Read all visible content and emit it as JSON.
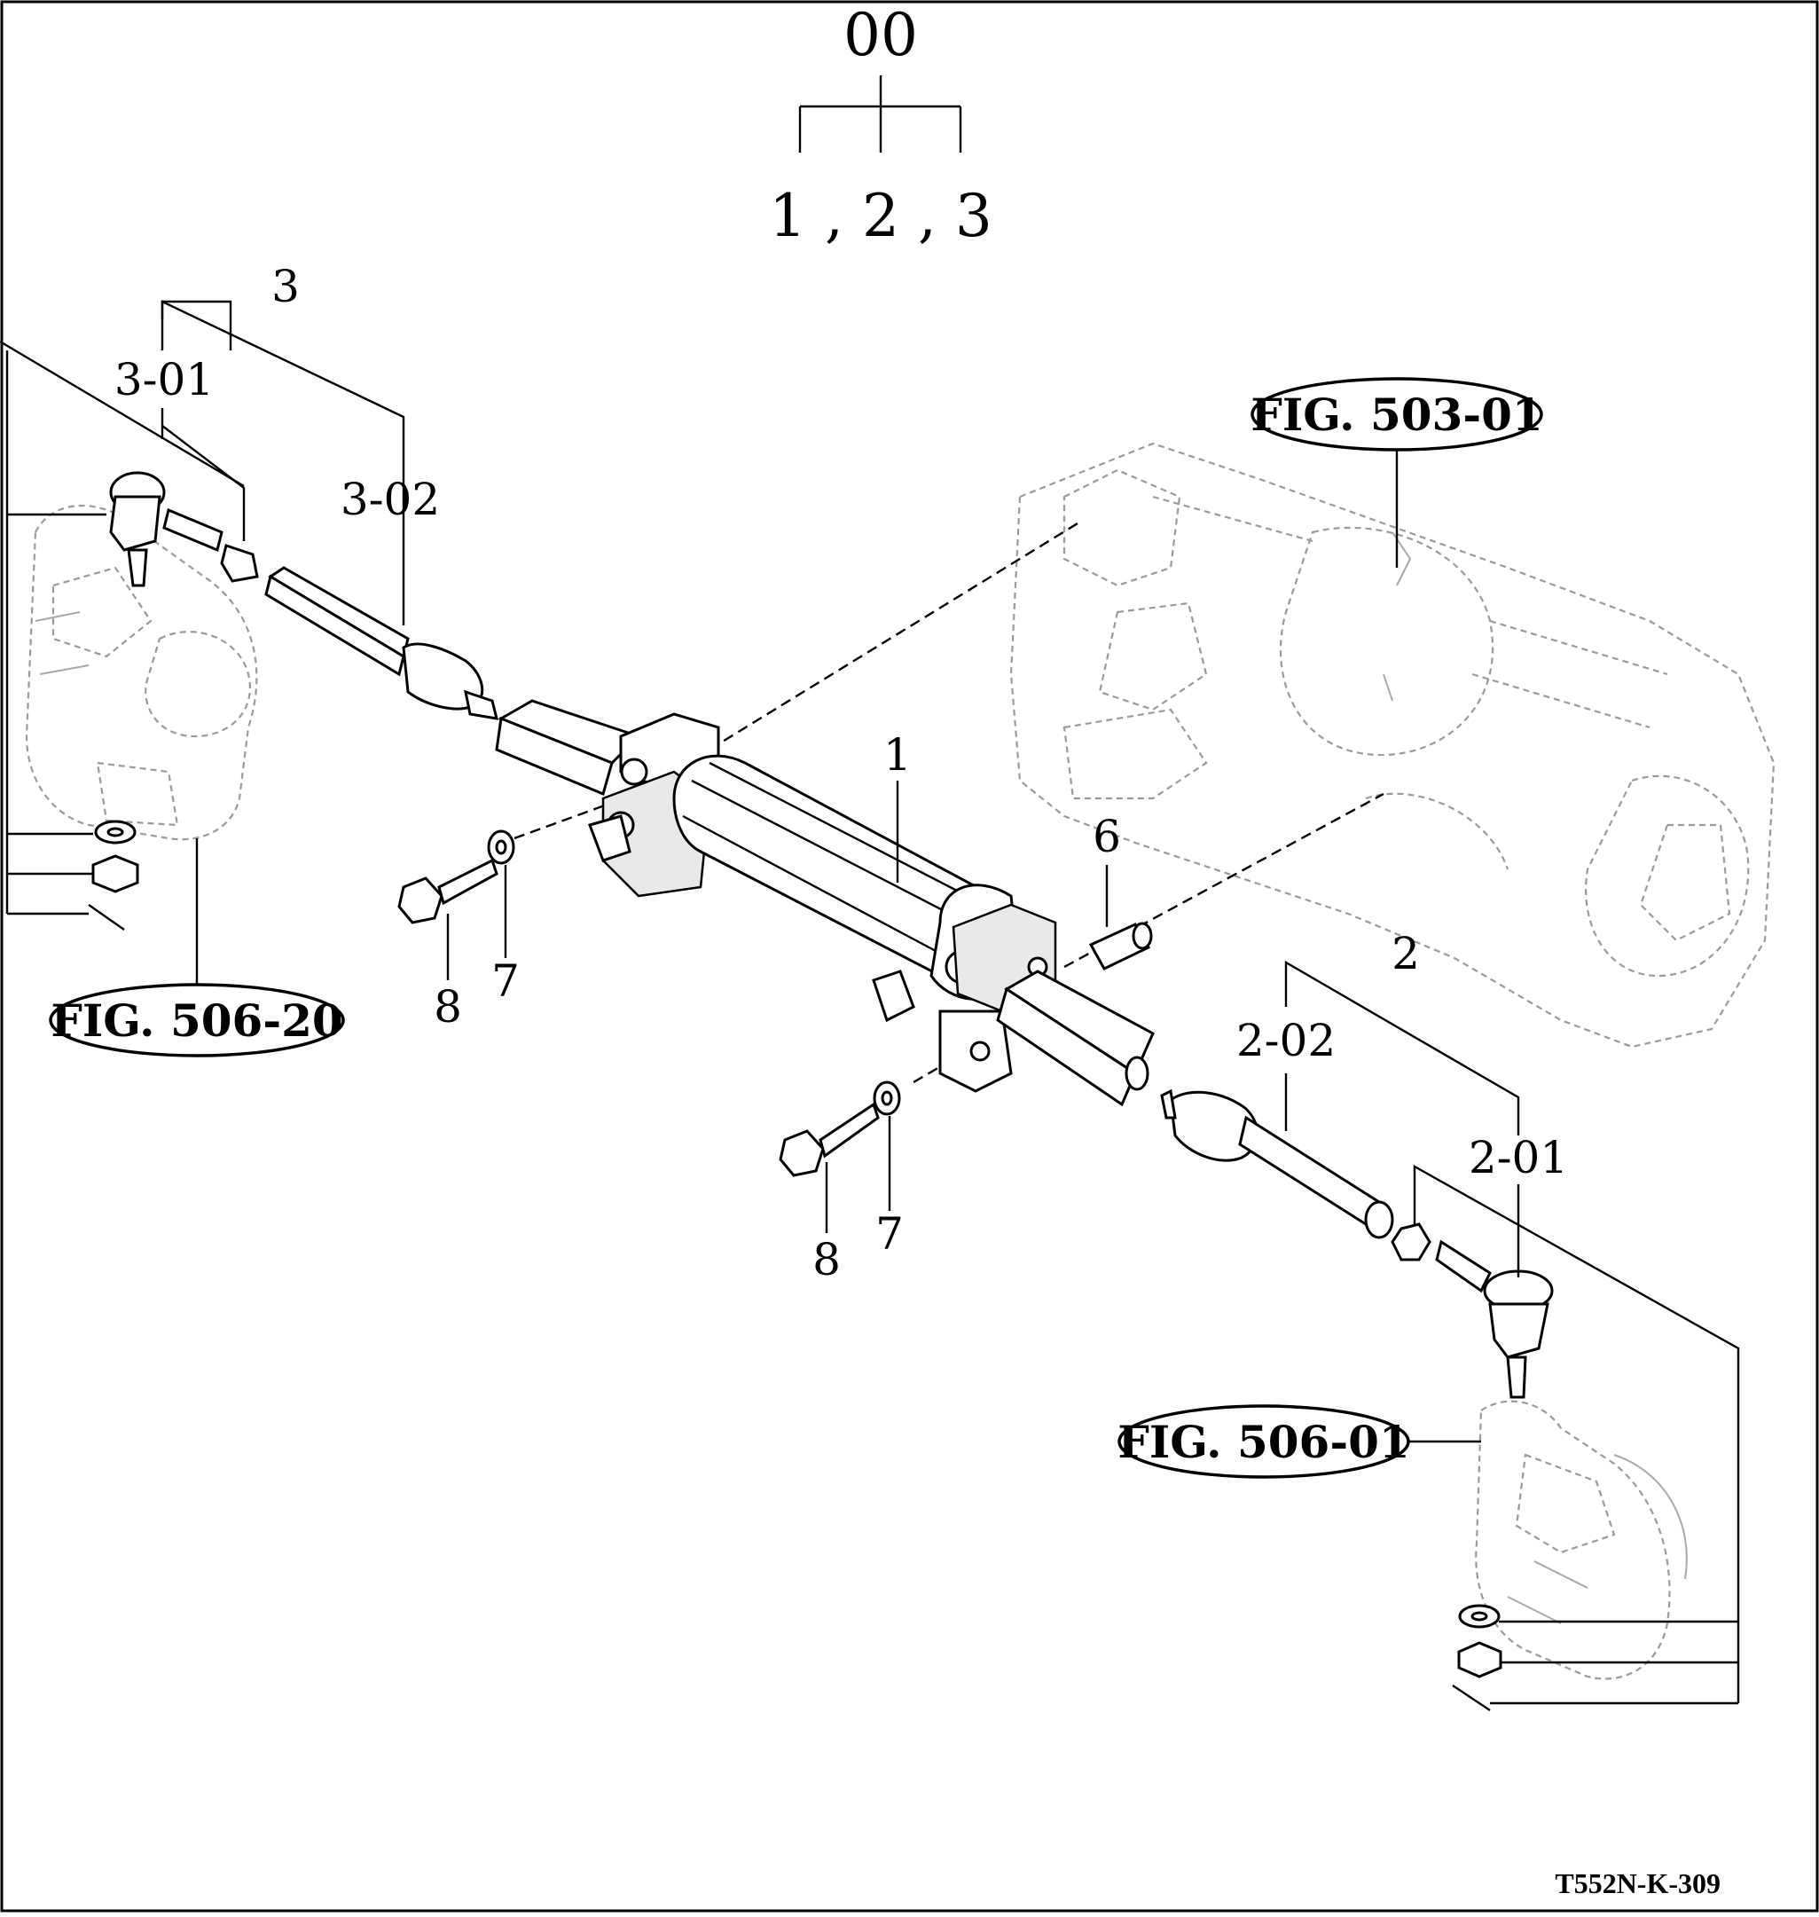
{
  "assembly": {
    "top_label": "00",
    "members_label": "1 , 2 , 3"
  },
  "callouts": {
    "item_1": "1",
    "item_2": "2",
    "item_2_01": "2-01",
    "item_2_02": "2-02",
    "item_3": "3",
    "item_3_01": "3-01",
    "item_3_02": "3-02",
    "item_6": "6",
    "item_7_upper": "7",
    "item_7_lower": "7",
    "item_8_upper": "8",
    "item_8_lower": "8"
  },
  "figure_refs": {
    "axle": "FIG. 503-01",
    "left_knuckle": "FIG. 506-20",
    "right_knuckle": "FIG. 506-01"
  },
  "drawing_code": "T552N-K-309",
  "colors": {
    "ink": "#000000",
    "ghost": "#9a9a9a",
    "paper": "#ffffff"
  }
}
